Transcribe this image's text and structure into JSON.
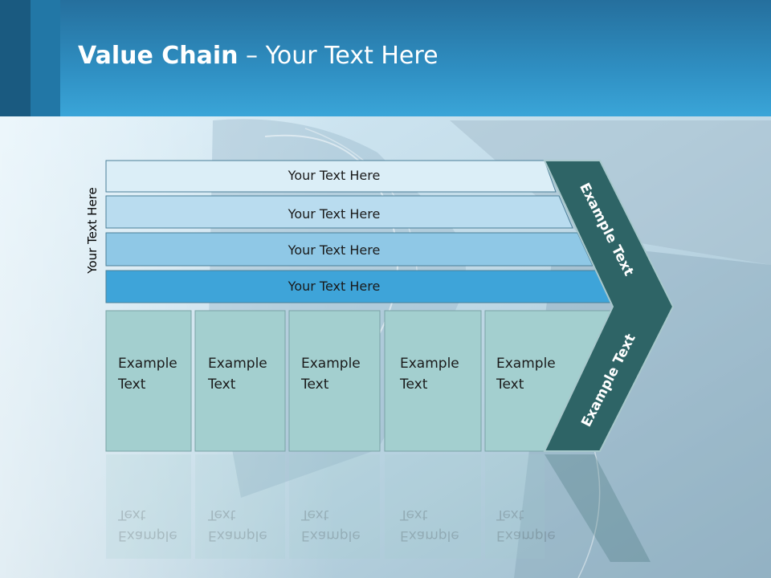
{
  "title": {
    "bold": "Value Chain",
    "rest": " – Your Text Here"
  },
  "side_label": "Your Text Here",
  "stripes": [
    {
      "label": "Your Text Here"
    },
    {
      "label": "Your Text Here"
    },
    {
      "label": "Your Text Here"
    },
    {
      "label": "Your Text Here"
    }
  ],
  "boxes": [
    {
      "line1": "Example",
      "line2": "Text"
    },
    {
      "line1": "Example",
      "line2": "Text"
    },
    {
      "line1": "Example",
      "line2": "Text"
    },
    {
      "line1": "Example",
      "line2": "Text"
    },
    {
      "line1": "Example",
      "line2": "Text"
    }
  ],
  "chevron": {
    "upper": "Example Text",
    "lower": "Example Text"
  },
  "colors": {
    "header": "#2f8fc2",
    "chevron": "#2e6466",
    "stripe1": "#dbeef7",
    "stripe2": "#b9dcef",
    "stripe3": "#8fc8e6",
    "stripe4": "#3ea4d9",
    "box": "#a3cfcf"
  }
}
